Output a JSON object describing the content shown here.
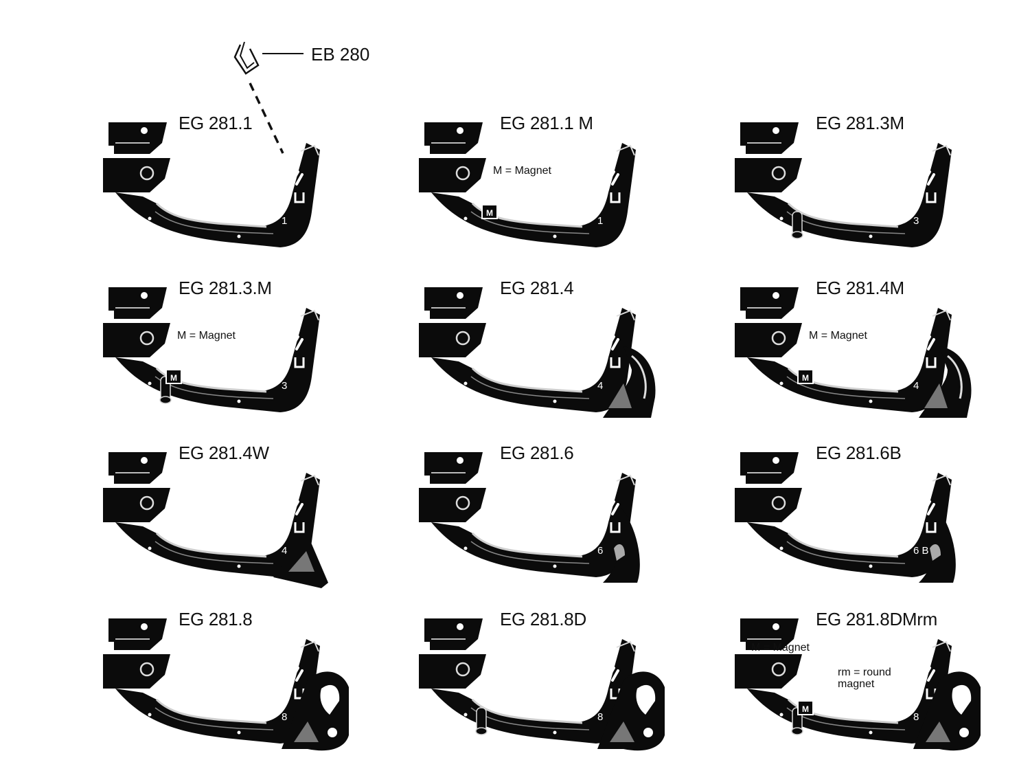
{
  "clip": {
    "label": "EB 280"
  },
  "parts": [
    {
      "title": "EG 281.1",
      "num": "1",
      "variant": "plain",
      "magnet": false,
      "pin": false,
      "note": ""
    },
    {
      "title": "EG 281.1 M",
      "num": "1",
      "variant": "plain",
      "magnet": true,
      "pin": false,
      "note": "M = Magnet"
    },
    {
      "title": "EG 281.3M",
      "num": "3",
      "variant": "plain",
      "magnet": false,
      "pin": true,
      "note": ""
    },
    {
      "title": "EG 281.3.M",
      "num": "3",
      "variant": "plain",
      "magnet": true,
      "pin": true,
      "note": "M = Magnet"
    },
    {
      "title": "EG 281.4",
      "num": "4",
      "variant": "hook",
      "magnet": false,
      "pin": false,
      "note": ""
    },
    {
      "title": "EG 281.4M",
      "num": "4",
      "variant": "hook",
      "magnet": true,
      "pin": false,
      "note": "M = Magnet"
    },
    {
      "title": "EG 281.4W",
      "num": "4",
      "variant": "wedge",
      "magnet": false,
      "pin": false,
      "note": ""
    },
    {
      "title": "EG 281.6",
      "num": "6",
      "variant": "pinned",
      "magnet": false,
      "pin": false,
      "note": ""
    },
    {
      "title": "EG 281.6B",
      "num": "6 B",
      "variant": "pinned",
      "magnet": false,
      "pin": false,
      "note": ""
    },
    {
      "title": "EG 281.8",
      "num": "8",
      "variant": "loop",
      "magnet": false,
      "pin": false,
      "note": ""
    },
    {
      "title": "EG 281.8D",
      "num": "8",
      "variant": "loop",
      "magnet": false,
      "pin": true,
      "note": ""
    },
    {
      "title": "EG 281.8DMrm",
      "num": "8",
      "variant": "loop",
      "magnet": true,
      "pin": true,
      "note": "M = Magnet",
      "note2": "rm = round",
      "note3": "magnet"
    }
  ]
}
